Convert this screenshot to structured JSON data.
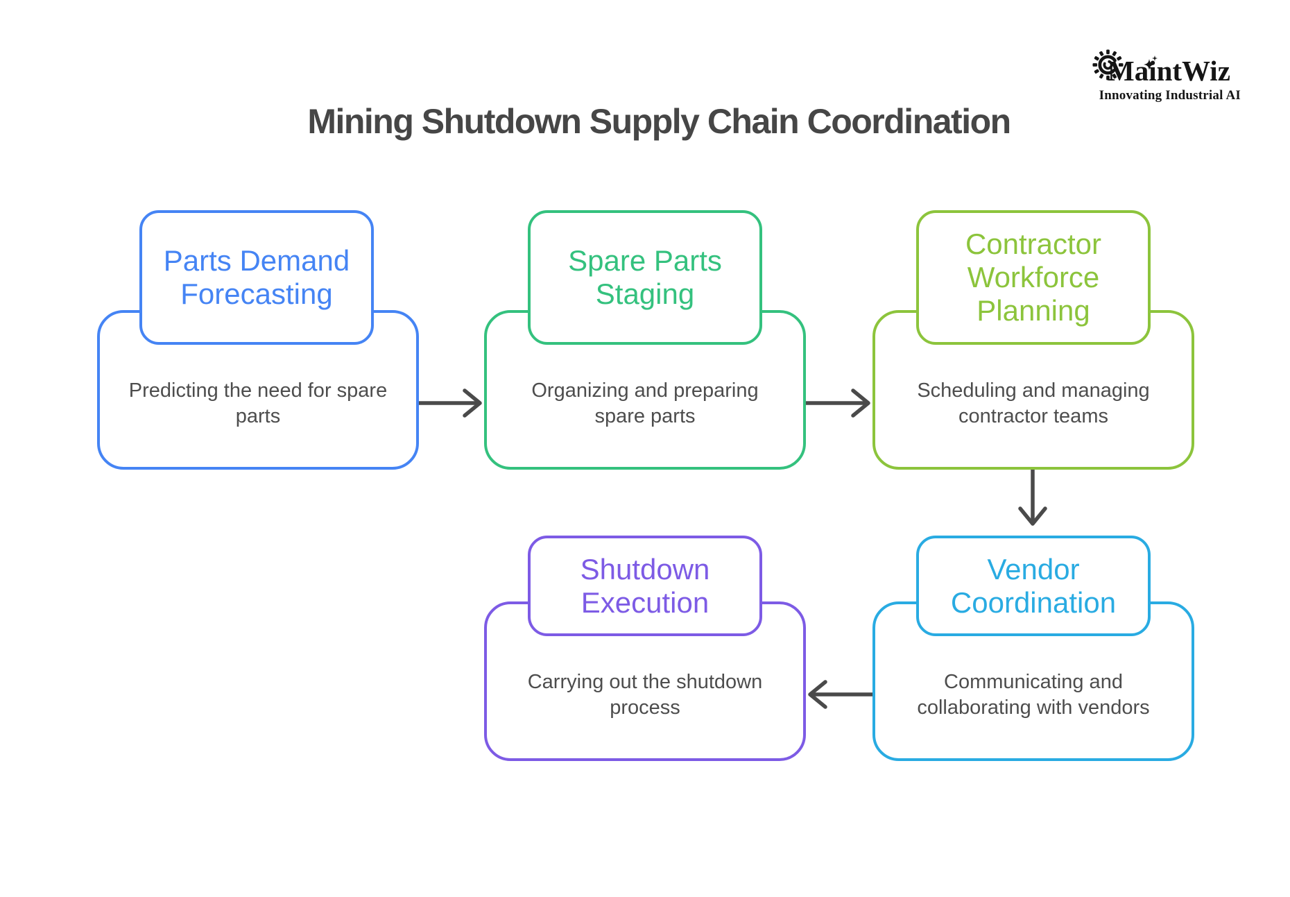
{
  "page": {
    "background_color": "#ffffff",
    "title": "Mining Shutdown Supply Chain Coordination",
    "title_color": "#464646"
  },
  "logo": {
    "name": "MaintWiz",
    "tagline": "Innovating Industrial AI",
    "color": "#151515",
    "icons": [
      "gear-icon",
      "sparkle-icon"
    ]
  },
  "diagram": {
    "type": "flowchart",
    "arrow_color": "#4a4a4a",
    "description_color": "#4d4d4d",
    "stages": [
      {
        "id": "parts-demand-forecasting",
        "title": "Parts Demand Forecasting",
        "description": "Predicting the need for spare parts",
        "color": "#4584f4"
      },
      {
        "id": "spare-parts-staging",
        "title": "Spare Parts Staging",
        "description": "Organizing and preparing spare parts",
        "color": "#34c17e"
      },
      {
        "id": "contractor-workforce-planning",
        "title": "Contractor Workforce Planning",
        "description": "Scheduling and managing contractor teams",
        "color": "#8cc43c"
      },
      {
        "id": "vendor-coordination",
        "title": "Vendor Coordination",
        "description": "Communicating and collaborating with vendors",
        "color": "#29abe2"
      },
      {
        "id": "shutdown-execution",
        "title": "Shutdown Execution",
        "description": "Carrying out the shutdown process",
        "color": "#7d5be5"
      }
    ],
    "connections": [
      {
        "from": "parts-demand-forecasting",
        "to": "spare-parts-staging",
        "direction": "right"
      },
      {
        "from": "spare-parts-staging",
        "to": "contractor-workforce-planning",
        "direction": "right"
      },
      {
        "from": "contractor-workforce-planning",
        "to": "vendor-coordination",
        "direction": "down"
      },
      {
        "from": "vendor-coordination",
        "to": "shutdown-execution",
        "direction": "left"
      }
    ]
  }
}
